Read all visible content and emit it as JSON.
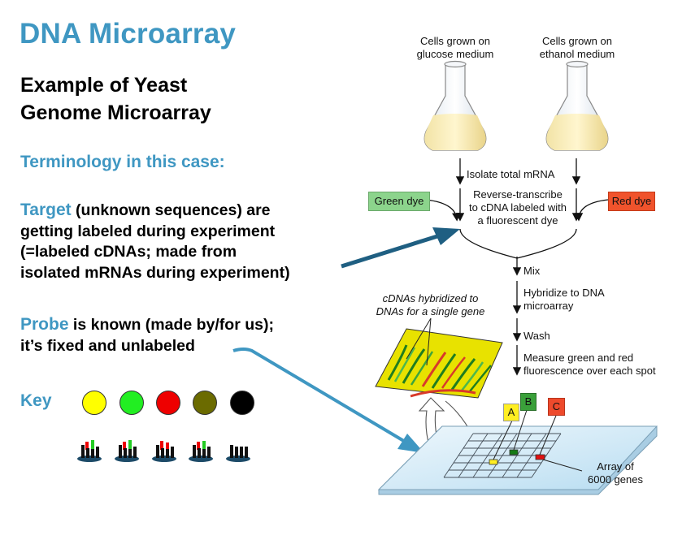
{
  "header": {
    "title": "DNA Microarray",
    "subtitle_line1": "Example of Yeast",
    "subtitle_line2": "Genome Microarray"
  },
  "terminology": {
    "heading": "Terminology in this case:",
    "target_word": "Target",
    "target_line1_rest": " (unknown sequences) are",
    "target_line2": "getting labeled during experiment",
    "target_line3": "(=labeled cDNAs; made from",
    "target_line4": "isolated mRNAs during experiment)",
    "probe_word": "Probe",
    "probe_line1_rest": " is known (made by/for us);",
    "probe_line2": "it’s fixed and unlabeled"
  },
  "key": {
    "label": "Key",
    "dot_colors": [
      "#ffff00",
      "#22ee22",
      "#ee0000",
      "#6b6b00",
      "#000000"
    ]
  },
  "diagram": {
    "flask_left_line1": "Cells grown on",
    "flask_left_line2": "glucose medium",
    "flask_right_line1": "Cells grown on",
    "flask_right_line2": "ethanol medium",
    "step_isolate": "Isolate total mRNA",
    "step_rt_line1": "Reverse-transcribe",
    "step_rt_line2": "to cDNA labeled with",
    "step_rt_line3": "a fluorescent dye",
    "green_dye": "Green dye",
    "red_dye": "Red dye",
    "step_mix": "Mix",
    "step_hybridize_line1": "Hybridize to DNA",
    "step_hybridize_line2": "microarray",
    "step_wash": "Wash",
    "step_measure_line1": "Measure green and red",
    "step_measure_line2": "fluorescence over each spot",
    "hybrid_label_line1": "cDNAs hybridized to",
    "hybrid_label_line2": "DNAs for a single gene",
    "spot_a": "A",
    "spot_b": "B",
    "spot_c": "C",
    "array_label_line1": "Array of",
    "array_label_line2": "6000 genes"
  },
  "colors": {
    "accent": "#3f97c2",
    "green_dye_bg": "#8cd48c",
    "red_dye_bg": "#f0532c",
    "spot_a": "#ffee22",
    "spot_b": "#3aa03a",
    "spot_c": "#ee4a2c"
  }
}
